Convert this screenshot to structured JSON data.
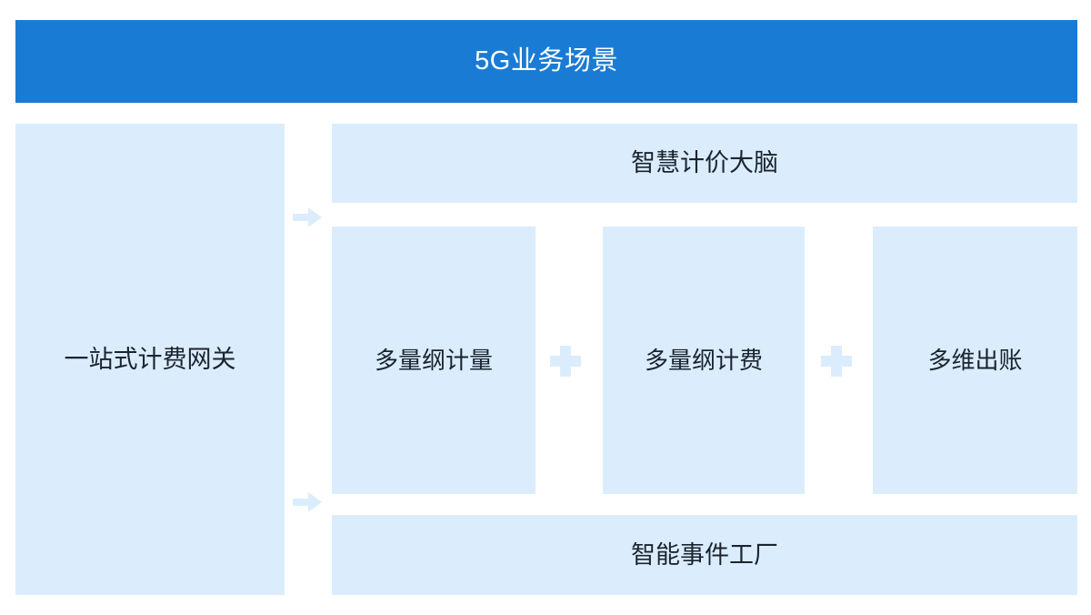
{
  "header": {
    "title": "5G业务场景",
    "background_color": "#1A7BD4",
    "text_color": "#FFFFFF"
  },
  "palette": {
    "panel_fill": "#DBEDFC",
    "accent_blue": "#1A7BD4",
    "text_dark": "#1B2430",
    "page_background": "#FFFFFF"
  },
  "gateway": {
    "label": "一站式计费网关"
  },
  "connectors": [
    {
      "name": "arrow-gateway-to-brain",
      "icon": "arrow-right-icon",
      "color": "#DBEDFC"
    },
    {
      "name": "arrow-gateway-to-factory",
      "icon": "arrow-right-icon",
      "color": "#DBEDFC"
    }
  ],
  "stack": {
    "brain": {
      "label": "智慧计价大脑"
    },
    "capabilities": [
      {
        "label": "多量纲计量"
      },
      {
        "label": "多量纲计费"
      },
      {
        "label": "多维出账"
      }
    ],
    "operators": [
      {
        "icon": "plus-icon",
        "symbol": "+"
      },
      {
        "icon": "plus-icon",
        "symbol": "+"
      }
    ],
    "factory": {
      "label": "智能事件工厂"
    }
  }
}
